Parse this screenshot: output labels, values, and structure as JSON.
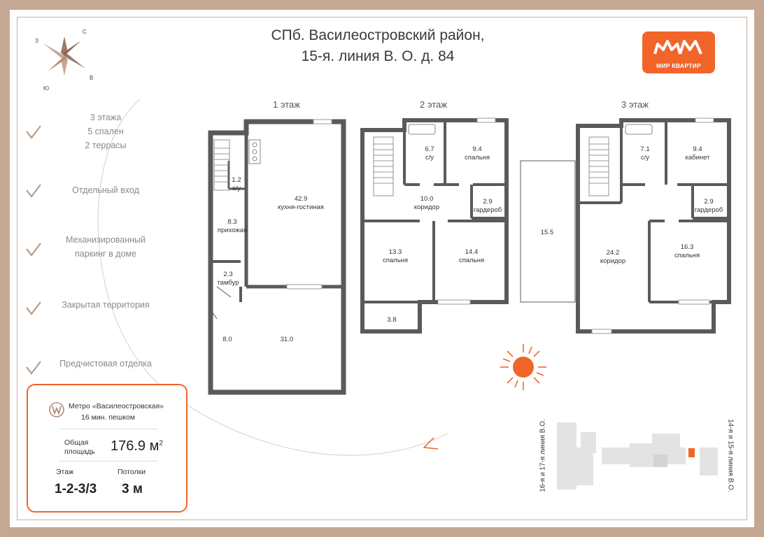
{
  "title": {
    "line1": "СПб. Василеостровский район,",
    "line2": "15-я. линия В. О. д. 84"
  },
  "compass": {
    "n": "С",
    "s": "Ю",
    "w": "З",
    "e": "В"
  },
  "logo": {
    "text": "МИР КВАРТИР",
    "color": "#f2652a"
  },
  "features": [
    {
      "lines": [
        "3 этажа",
        "5 спален",
        "2 террасы"
      ]
    },
    {
      "lines": [
        "Отдельный вход"
      ]
    },
    {
      "lines": [
        "Механизированный",
        "паркинг в доме"
      ]
    },
    {
      "lines": [
        "Закрытая территория"
      ]
    },
    {
      "lines": [
        "Предчистовая отделка"
      ]
    }
  ],
  "floors": [
    {
      "label": "1 этаж",
      "rooms": [
        {
          "area": "1.2",
          "name": "с/у"
        },
        {
          "area": "42.9",
          "name": "кухня-гостиная"
        },
        {
          "area": "8.3",
          "name": "прихожая"
        },
        {
          "area": "2.3",
          "name": "тамбур"
        },
        {
          "area": "8.0",
          "name": ""
        },
        {
          "area": "31.0",
          "name": ""
        }
      ]
    },
    {
      "label": "2 этаж",
      "rooms": [
        {
          "area": "6.7",
          "name": "с/у"
        },
        {
          "area": "9.4",
          "name": "спальня"
        },
        {
          "area": "10.0",
          "name": "коридор"
        },
        {
          "area": "2.9",
          "name": "гардероб"
        },
        {
          "area": "13.3",
          "name": "спальня"
        },
        {
          "area": "14.4",
          "name": "спальня"
        },
        {
          "area": "3.8",
          "name": ""
        }
      ]
    },
    {
      "label": "3 этаж",
      "rooms": [
        {
          "area": "7.1",
          "name": "с/у"
        },
        {
          "area": "9.4",
          "name": "кабинет"
        },
        {
          "area": "2.9",
          "name": "гардероб"
        },
        {
          "area": "15.5",
          "name": ""
        },
        {
          "area": "24.2",
          "name": "коридор"
        },
        {
          "area": "16.3",
          "name": "спальня"
        }
      ]
    }
  ],
  "info": {
    "metro": "Метро «Василеостровская»",
    "walk": "16 мин. пешком",
    "area_label_1": "Общая",
    "area_label_2": "площадь",
    "area_value": "176.9",
    "area_unit": "м",
    "area_sup": "2",
    "floor_label": "Этаж",
    "floor_value": "1-2-3/3",
    "ceiling_label": "Потолки",
    "ceiling_value": "3 м"
  },
  "map": {
    "street_left": "16-я и 17-я линия В.О.",
    "street_right": "14-я и 15-я линия В.О."
  },
  "colors": {
    "accent": "#f2652a",
    "wall": "#5a5a5a",
    "border": "#c4a893"
  }
}
